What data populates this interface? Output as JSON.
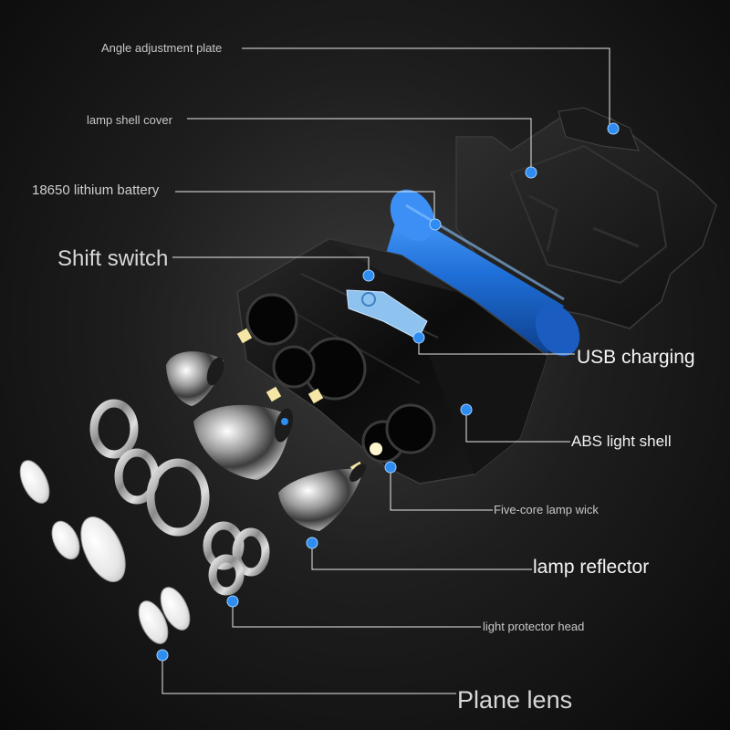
{
  "labels": {
    "angle_plate": "Angle adjustment plate",
    "shell_cover": "lamp shell cover",
    "battery": "18650 lithium battery",
    "shift_switch": "Shift switch",
    "usb_charging": "USB charging",
    "abs_shell": "ABS light shell",
    "lamp_wick": "Five-core lamp wick",
    "reflector": "lamp reflector",
    "protector_head": "light protector head",
    "plane_lens": "Plane lens"
  },
  "colors": {
    "callout_dot": "#2f8cf0",
    "battery": "#1f6fd8",
    "switch": "#8fc3ef",
    "line": "#e8e8e8"
  }
}
